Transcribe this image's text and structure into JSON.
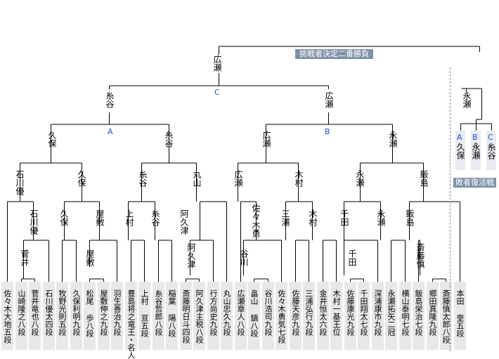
{
  "final": {
    "banner": "挑戦者決定二番勝負",
    "winner": "広瀬",
    "right": "永瀬"
  },
  "semis": {
    "label": "C",
    "left": "糸谷",
    "right": "広瀬"
  },
  "quarters": [
    {
      "label": "A",
      "left": "久保",
      "right": "糸谷"
    },
    {
      "label": "B",
      "left": "広瀬",
      "right": "永瀬"
    }
  ],
  "round_names": [
    "石川優",
    "久保",
    "糸谷",
    "丸山",
    "広瀬",
    "木村",
    "永瀬",
    "飯島"
  ],
  "inner_names": [
    "石川優",
    "菅井",
    "久保",
    "屋敷",
    "屋敷",
    "上村",
    "糸谷",
    "阿久津",
    "阿久津",
    "佐々木勇",
    "谷川",
    "三浦",
    "木村",
    "千田",
    "千田",
    "永瀬",
    "飯島",
    "斎藤慎"
  ],
  "players": [
    "佐々木大地五段",
    "山崎隆之八段",
    "菅井竜也八段",
    "石川優太四段",
    "牧野光則五段",
    "久保利明九段",
    "松尾 歩八段",
    "屋敷伸之九段",
    "羽生善治九段",
    "豊島将之竜王・名人",
    "上村 亘五段",
    "糸谷哲郎八段",
    "稲葉 陽八段",
    "斎藤明日斗四段",
    "阿久津主税八段",
    "行方尚史九段",
    "丸山忠久九段",
    "広瀬章人八段",
    "畠山 鎮八段",
    "谷川浩司九段",
    "佐々木勇気七段",
    "佐藤天彦九段",
    "三浦弘行九段",
    "金井恒太六段",
    "木村一基王位",
    "佐藤康光九段",
    "千田翔太七段",
    "深浦康市九段",
    "永瀬拓矢二冠",
    "横山泰明七段",
    "飯島栄治七段",
    "郷田真隆九段",
    "斎藤慎太郎八段",
    "本田 奎五段"
  ],
  "repechage": {
    "label": "敗者復活戦",
    "winner": "永瀬",
    "entries": [
      {
        "label": "A",
        "name": "久保"
      },
      {
        "label": "B",
        "name": "永瀬"
      },
      {
        "label": "C",
        "name": "糸谷"
      }
    ]
  },
  "colors": {
    "line": "#000000",
    "accent": "#1f56c9",
    "banner": "#7f91a8",
    "cell": "#e8e8e8"
  }
}
